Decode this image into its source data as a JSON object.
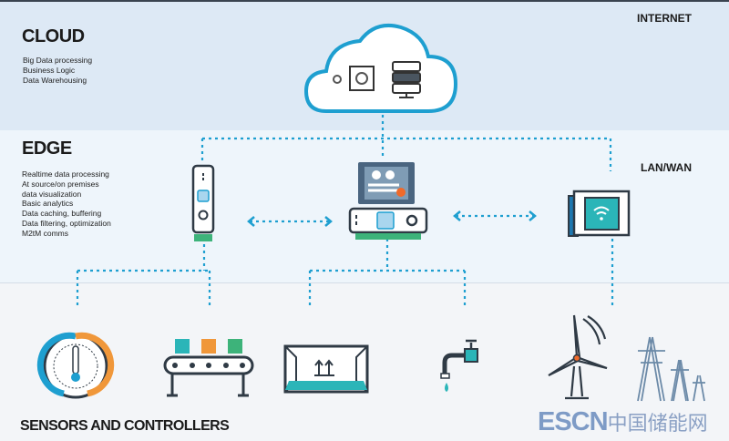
{
  "cloud": {
    "title": "CLOUD",
    "items": [
      "Big Data processing",
      "Business Logic",
      "Data Warehousing"
    ],
    "network_label": "INTERNET"
  },
  "edge": {
    "title": "EDGE",
    "items": [
      "Realtime data processing",
      "At source/on premises",
      "data visualization",
      "Basic analytics",
      "Data caching, buffering",
      "Data filtering, optimization",
      "M2tM comms"
    ],
    "network_label": "LAN/WAN"
  },
  "sensors": {
    "title": "SENSORS AND CONTROLLERS"
  },
  "watermark": {
    "latin": "ESCN",
    "cjk": "中国储能网"
  },
  "colors": {
    "accent": "#1e9fd0",
    "teal": "#2bb5b8",
    "green": "#3db37a",
    "orange": "#f0973a",
    "dark": "#2f3a45"
  }
}
